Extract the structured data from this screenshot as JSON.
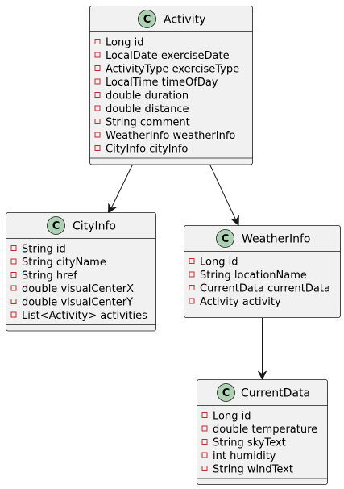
{
  "diagram": {
    "classes": [
      {
        "id": "activity",
        "stereotype_glyph": "C",
        "name": "Activity",
        "attributes": [
          "Long id",
          "LocalDate exerciseDate",
          "ActivityType exerciseType",
          "LocalTime timeOfDay",
          "double duration",
          "double distance",
          "String comment",
          "WeatherInfo weatherInfo",
          "CityInfo cityInfo"
        ]
      },
      {
        "id": "cityinfo",
        "stereotype_glyph": "C",
        "name": "CityInfo",
        "attributes": [
          "String id",
          "String cityName",
          "String href",
          "double visualCenterX",
          "double visualCenterY",
          "List<Activity> activities"
        ]
      },
      {
        "id": "weatherinfo",
        "stereotype_glyph": "C",
        "name": "WeatherInfo",
        "attributes": [
          "Long id",
          "String locationName",
          "CurrentData currentData",
          "Activity activity"
        ]
      },
      {
        "id": "currentdata",
        "stereotype_glyph": "C",
        "name": "CurrentData",
        "attributes": [
          "Long id",
          "double temperature",
          "String skyText",
          "int humidity",
          "String windText"
        ]
      }
    ],
    "relations": [
      {
        "from": "activity",
        "to": "cityinfo"
      },
      {
        "from": "activity",
        "to": "weatherinfo"
      },
      {
        "from": "weatherinfo",
        "to": "currentdata"
      }
    ],
    "colors": {
      "class_fill": "#f1f1f1",
      "border": "#181818",
      "class_circle": "#add1b2",
      "private_marker": "#c82930"
    }
  }
}
